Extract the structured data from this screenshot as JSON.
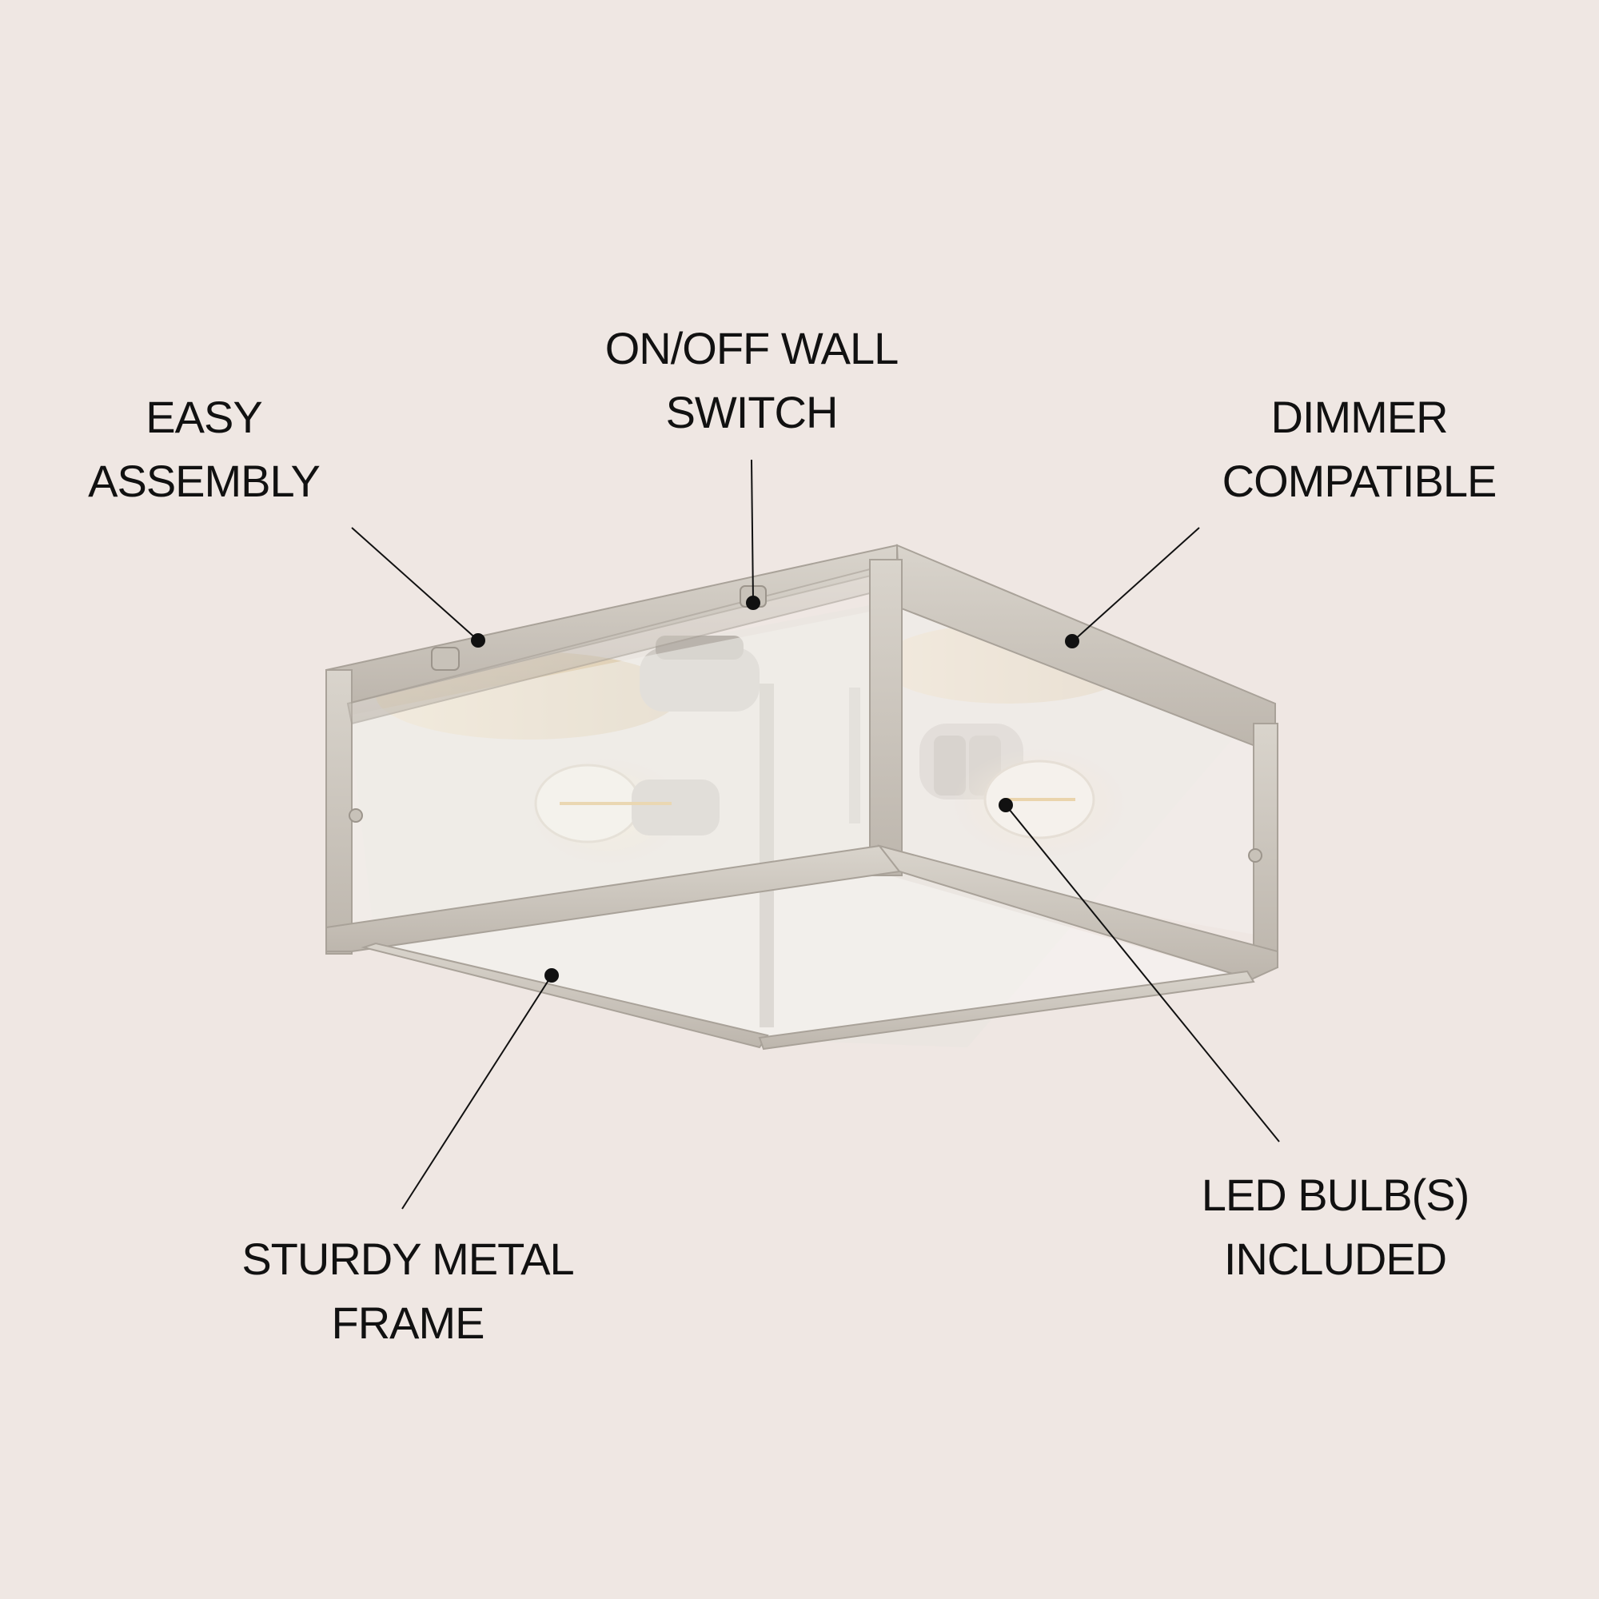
{
  "callouts": {
    "easy_assembly": {
      "line1": "EASY",
      "line2": "ASSEMBLY"
    },
    "wall_switch": {
      "line1": "ON/OFF WALL",
      "line2": "SWITCH"
    },
    "dimmer": {
      "line1": "DIMMER",
      "line2": "COMPATIBLE"
    },
    "metal_frame": {
      "line1": "STURDY METAL",
      "line2": "FRAME"
    },
    "led_bulbs": {
      "line1": "LED BULB(S)",
      "line2": "INCLUDED"
    }
  },
  "colors": {
    "background": "#efe7e3",
    "frame": "#c9c3ba",
    "glass": "#f4f1ee",
    "text": "#111111"
  }
}
